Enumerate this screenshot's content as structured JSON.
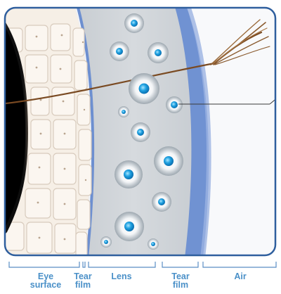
{
  "labels": {
    "eye_surface": [
      "Eye",
      "surface"
    ],
    "tear_film_inner": [
      "Tear",
      "film"
    ],
    "lens": "Lens",
    "tear_film_outer": [
      "Tear",
      "film"
    ],
    "air": "Air"
  },
  "colors": {
    "frame_border": "#2f5f9e",
    "label_text": "#4a90c8",
    "bracket": "#5b8ec4",
    "lens_body": "#cfd4d8",
    "tear_film": "#6d8fd0",
    "air": "#f8f9fb",
    "eye_cells": "#f5ede4",
    "pupil": "#000000",
    "particle_core": "#1ea0e0",
    "eyelash": "#8a5a2e"
  },
  "icons": [
    "eyelash-icon",
    "molecule-particle-icon",
    "pointer-line-icon"
  ]
}
